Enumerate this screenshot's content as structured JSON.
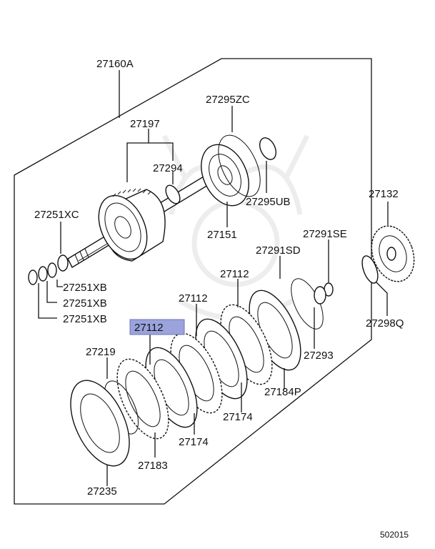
{
  "diagram": {
    "highlight_color": "#9aa3dc",
    "labels": {
      "p27160A": "27160A",
      "p27295ZC": "27295ZC",
      "p27197": "27197",
      "p27294": "27294",
      "p27295UB": "27295UB",
      "p27151": "27151",
      "p27251XC": "27251XC",
      "p27251XB_1": "27251XB",
      "p27251XB_2": "27251XB",
      "p27251XB_3": "27251XB",
      "p27291SE": "27291SE",
      "p27291SD": "27291SD",
      "p27112_a": "27112",
      "p27112_b": "27112",
      "p27112_hl": "27112",
      "p27219": "27219",
      "p27293": "27293",
      "p27184P": "27184P",
      "p27174_a": "27174",
      "p27174_b": "27174",
      "p27183": "27183",
      "p27235": "27235",
      "p27132": "27132",
      "p27298Q": "27298Q"
    },
    "footer_code": "502015"
  }
}
